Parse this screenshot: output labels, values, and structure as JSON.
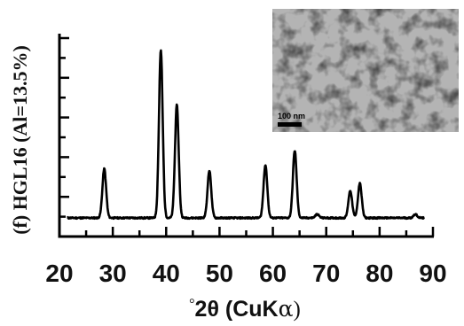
{
  "chart_data": {
    "type": "line",
    "xlabel_prefix": "°",
    "xlabel_main": "2θ (CuK",
    "xlabel_alpha": "α",
    "xlabel_suffix": ")",
    "ylabel": "(f) HGL16 (Al=13.5%)",
    "xlim": [
      20,
      90
    ],
    "x_ticks": [
      20,
      30,
      40,
      50,
      60,
      70,
      80,
      90
    ],
    "grid": false,
    "baseline": 0.08,
    "peaks": [
      {
        "x": 28.4,
        "y": 0.35
      },
      {
        "x": 39.0,
        "y": 1.0
      },
      {
        "x": 42.0,
        "y": 0.7
      },
      {
        "x": 48.1,
        "y": 0.34
      },
      {
        "x": 58.6,
        "y": 0.37
      },
      {
        "x": 64.1,
        "y": 0.45
      },
      {
        "x": 68.3,
        "y": 0.1
      },
      {
        "x": 74.5,
        "y": 0.23
      },
      {
        "x": 76.3,
        "y": 0.27
      },
      {
        "x": 86.7,
        "y": 0.1
      }
    ],
    "inset": {
      "scale_bar_label": "100 nm"
    }
  }
}
